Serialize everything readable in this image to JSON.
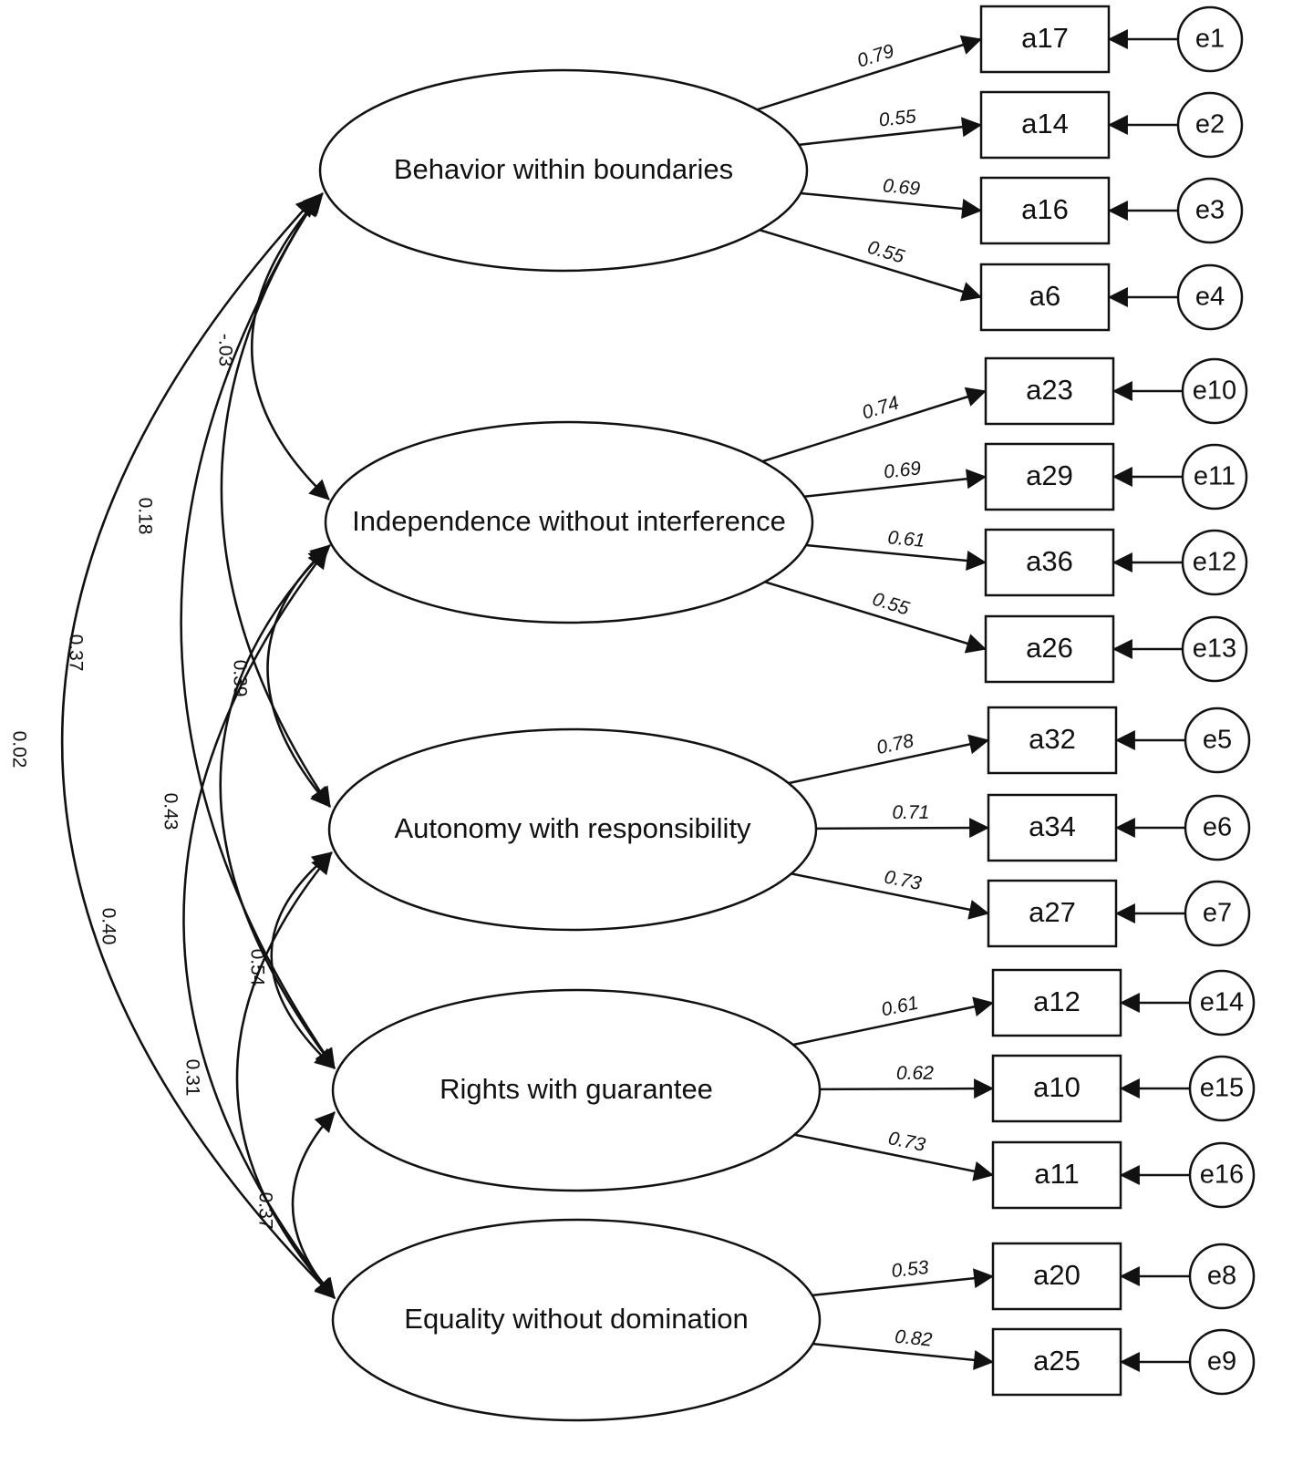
{
  "latents": [
    {
      "id": "F1",
      "label": "Behavior within boundaries"
    },
    {
      "id": "F2",
      "label": "Independence without interference"
    },
    {
      "id": "F3",
      "label": "Autonomy with responsibility"
    },
    {
      "id": "F4",
      "label": "Rights with guarantee"
    },
    {
      "id": "F5",
      "label": "Equality without domination"
    }
  ],
  "indicators": [
    {
      "label": "a17",
      "error": "e1",
      "factor": "F1",
      "loading": "0.79"
    },
    {
      "label": "a14",
      "error": "e2",
      "factor": "F1",
      "loading": "0.55"
    },
    {
      "label": "a16",
      "error": "e3",
      "factor": "F1",
      "loading": "0.69"
    },
    {
      "label": "a6",
      "error": "e4",
      "factor": "F1",
      "loading": "0.55"
    },
    {
      "label": "a23",
      "error": "e10",
      "factor": "F2",
      "loading": "0.74"
    },
    {
      "label": "a29",
      "error": "e11",
      "factor": "F2",
      "loading": "0.69"
    },
    {
      "label": "a36",
      "error": "e12",
      "factor": "F2",
      "loading": "0.61"
    },
    {
      "label": "a26",
      "error": "e13",
      "factor": "F2",
      "loading": "0.55"
    },
    {
      "label": "a32",
      "error": "e5",
      "factor": "F3",
      "loading": "0.78"
    },
    {
      "label": "a34",
      "error": "e6",
      "factor": "F3",
      "loading": "0.71"
    },
    {
      "label": "a27",
      "error": "e7",
      "factor": "F3",
      "loading": "0.73"
    },
    {
      "label": "a12",
      "error": "e14",
      "factor": "F4",
      "loading": "0.61"
    },
    {
      "label": "a10",
      "error": "e15",
      "factor": "F4",
      "loading": "0.62"
    },
    {
      "label": "a11",
      "error": "e16",
      "factor": "F4",
      "loading": "0.73"
    },
    {
      "label": "a20",
      "error": "e8",
      "factor": "F5",
      "loading": "0.53"
    },
    {
      "label": "a25",
      "error": "e9",
      "factor": "F5",
      "loading": "0.82"
    }
  ],
  "covariances": [
    {
      "from": "F1",
      "to": "F2",
      "value": "-.03"
    },
    {
      "from": "F1",
      "to": "F3",
      "value": "0.18"
    },
    {
      "from": "F1",
      "to": "F4",
      "value": "0.37"
    },
    {
      "from": "F1",
      "to": "F5",
      "value": "0.02"
    },
    {
      "from": "F2",
      "to": "F3",
      "value": "0.39"
    },
    {
      "from": "F2",
      "to": "F4",
      "value": "0.43"
    },
    {
      "from": "F2",
      "to": "F5",
      "value": "0.40"
    },
    {
      "from": "F3",
      "to": "F4",
      "value": "0.54"
    },
    {
      "from": "F3",
      "to": "F5",
      "value": "0.31"
    },
    {
      "from": "F4",
      "to": "F5",
      "value": "0.37"
    }
  ]
}
